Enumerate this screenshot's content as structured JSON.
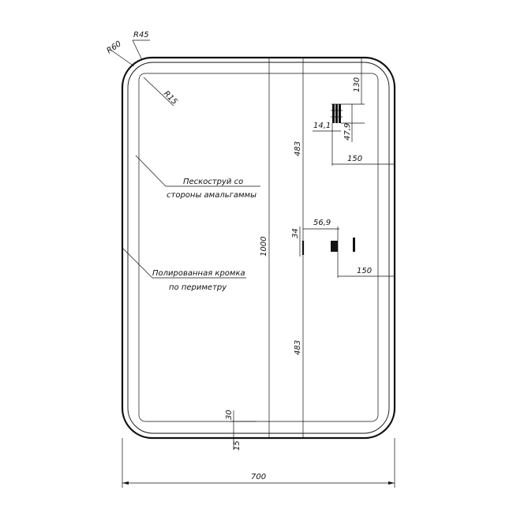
{
  "radii": {
    "outer_label": "R45",
    "outer_label2": "R60",
    "inner_label": "R15"
  },
  "notes": {
    "sandblast_line1": "Пескоструй со",
    "sandblast_line2": "стороны амальгаммы",
    "polished_line1": "Полированная кромка",
    "polished_line2": "по периметру"
  },
  "dimensions": {
    "overall_width": "700",
    "overall_height": "1000",
    "upper_half": "483",
    "lower_half": "483",
    "top_offset": "130",
    "sensor_width": "14,1",
    "sensor_height": "47,9",
    "side_offset_top": "150",
    "switch_width": "56,9",
    "switch_height": "34",
    "side_offset_mid": "150",
    "bottom_band": "30",
    "bottom_gap": "15"
  },
  "icons": {
    "sensor": "touch-sensor-icon",
    "switch": "switch-icon"
  }
}
